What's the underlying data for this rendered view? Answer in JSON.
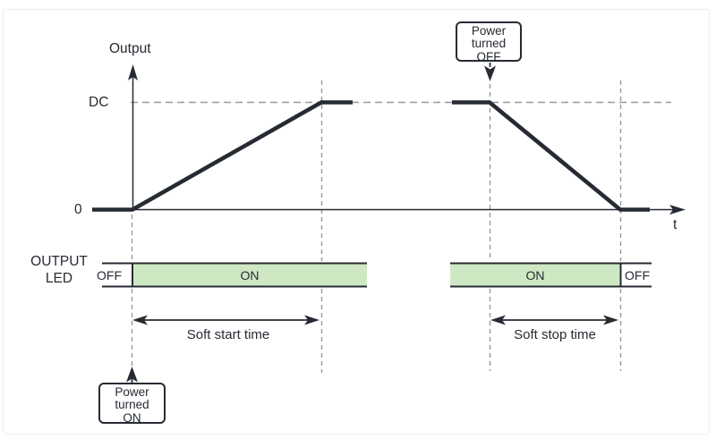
{
  "colors": {
    "line": "#262b33",
    "dashed_gray": "#9a9a9a",
    "led_on_fill": "#cfe8c4",
    "frame_border": "#ededed",
    "background": "#ffffff"
  },
  "axes": {
    "y_axis_label": "Output",
    "x_axis_label": "t",
    "dc_level_label": "DC",
    "zero_level_label": "0"
  },
  "led_row": {
    "label_line1": "OUTPUT",
    "label_line2": "LED",
    "segments": [
      {
        "state": "OFF"
      },
      {
        "state": "ON"
      },
      {
        "state": "ON"
      },
      {
        "state": "OFF"
      }
    ]
  },
  "annotations": {
    "soft_start_label": "Soft start time",
    "soft_stop_label": "Soft stop time",
    "power_on_callout": {
      "line1": "Power",
      "line2": "turned",
      "line3": "ON"
    },
    "power_off_callout": {
      "line1": "Power",
      "line2": "turned",
      "line3": "OFF"
    }
  }
}
